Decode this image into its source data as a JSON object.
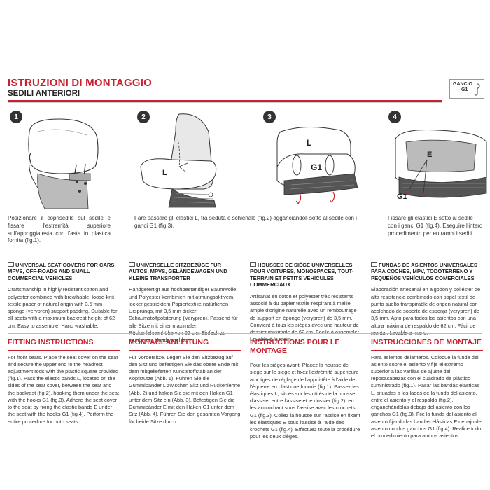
{
  "header": {
    "title": "ISTRUZIONI DI MONTAGGIO",
    "subtitle": "SEDILI ANTERIORI",
    "gancio_label": "GANCIO",
    "gancio_code": "G1"
  },
  "figures": [
    {
      "num": "1"
    },
    {
      "num": "2",
      "label_l": "L"
    },
    {
      "num": "3",
      "label_l": "L",
      "label_g1": "G1"
    },
    {
      "num": "4",
      "label_e": "E",
      "label_g1": "G1"
    }
  ],
  "captions": {
    "fig1": "Posizionare il coprisedile sul sedile e fissare l'estremità superiore sull'appoggiatesta con l'asta in plastica fornita (fig.1).",
    "fig23": "Fare passare gli elastici L, tra seduta e schienale (fig.2) agganciandoli sotto al sedile con i ganci G1 (fig.3).",
    "fig4": "Fissare gli elastici E sotto al sedile con i ganci G1 (fig.4). Eseguire l'intero procedimento per entrambi i sedili."
  },
  "descriptions": [
    {
      "heading": "UNIVERSAL SEAT COVERS FOR CARS, MPVS, OFF-ROADS AND SMALL COMMERCIAL VEHICLES",
      "body": "Craftsmanship in highly resistant cotton and polyester combined with breathable, loose-knit textile paper of natural origin with 3.5 mm sponge (verypren) support padding. Suitable for all seats with a maximum backrest height of 62 cm. Easy to assemble. Hand washable."
    },
    {
      "heading": "UNIVERSELLE SITZBEZÜGE FÜR AUTOS, MPVS, GELÄNDEWAGEN UND KLEINE TRANSPORTER",
      "body": "Handgefertigt aus hochbeständiger Baumwolle und Polyester kombiniert mit atmungsaktivem, locker gestricktem Papiertextilie natürlichen Ursprungs, mit 3,5 mm dicker Schaumstoffpolsterung (Verypren). Passend für alle Sitze mit einer maximalen Rückenlehnenhöhe von 62 cm. Einfach zu montieren. Handwaschbar."
    },
    {
      "heading": "HOUSSES DE SIÈGE UNIVERSELLES POUR VOITURES, MONOSPACES, TOUT-TERRAIN ET PETITS VÉHICULES COMMERCIAUX",
      "body": "Artisanat en coton et polyester très résistants associé à du papier textile respirant à maille ample d'origine naturelle avec un rembourrage de support en éponge (verypren) de 3,5 mm. Convient à tous les sièges avec une hauteur de dossier maximale de 62 cm. Facile à assembler. Lavable à la main."
    },
    {
      "heading": "FUNDAS DE ASIENTOS UNIVERSALES PARA COCHES, MPV, TODOTERRENO Y PEQUEÑOS VEHÍCULOS COMERCIALES",
      "body": "Elaboración artesanal en algodón y poliéster de alta resistencia combinado con papel textil de punto suelto transpirable de origen natural con acolchado de soporte de esponja (verypren) de 3,5 mm. Apto para todos los asientos con una altura máxima de respaldo de 62 cm. Fácil de montar. Lavable a mano."
    }
  ],
  "instructions": [
    {
      "heading": "FITTING INSTRUCTIONS",
      "body": "For front seats. Place the seat cover on the seat and secure the upper end to the headrest adjustment rods with the plastic square provided (fig.1). Pass the elastic bands L, located on the sides of the seat cover, between the seat and the backrest (fig.2), hooking them under the seat with the hooks G1 (fig.3). Adhere the seat cover to the seat by fixing the elastic bands E under the seat with the hooks G1 (fig.4). Perform the entire procedure for both seats."
    },
    {
      "heading": "MONTAGEANLEITUNG",
      "body": "Für Vordersitze. Legen Sie den Sitzbezug auf den Sitz und befestigen Sie das obere Ende mit dem mitgelieferten Kunststoffstab an der Kopfstütze (Abb. 1). Führen Sie die Gummibänder L zwischen Sitz und Rückenlehne (Abb. 2) und haken Sie sie mit den Haken G1 unter dem Sitz ein (Abb. 3). Befestigen Sie die Gummibänder E mit den Haken G1 unter dem Sitz (Abb. 4). Führen Sie den gesamten Vorgang für beide Sitze durch."
    },
    {
      "heading": "INSTRUCTIONS POUR LE MONTAGE",
      "body": "Pour les sièges avant. Placez la housse de siège sur le siège et fixez l'extrémité supérieure aux tiges de réglage de l'appui-tête à l'aide de l'équerre en plastique fournie (fig.1). Passez les élastiques L, situés sur les côtés de la housse d'assise, entre l'assise et le dossier (fig.2), en les accrochant sous l'assise avec les crochets G1 (fig.3). Collez la housse sur l'assise en fixant les élastiques E sous l'assise à l'aide des crochets G1 (fig.4). Effectuez toute la procédure pour les deux sièges."
    },
    {
      "heading": "INSTRUCCIONES DE MONTAJE",
      "body": "Para asientos delanteros. Coloque la funda del asiento sobre el asiento y fije el extremo superior a las varillas de ajuste del reposacabezas con el cuadrado de plástico suministrado (fig.1). Pasar las bandas elásticas L, situadas a los lados de la funda del asiento, entre el asiento y el respaldo (fig.2), enganchándolas debajo del asiento con los ganchos G1 (fig.3). Fije la funda del asiento al asiento fijando las bandas elásticas E debajo del asiento con los ganchos G1 (fig.4). Realice todo el procedimiento para ambos asientos."
    }
  ]
}
